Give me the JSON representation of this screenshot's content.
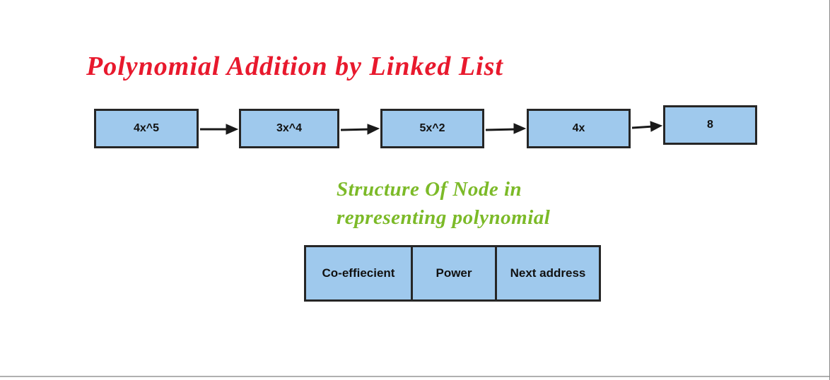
{
  "title": {
    "text": "Polynomial Addition by Linked List",
    "color": "#e8192d"
  },
  "linked_list": {
    "description": "singly linked list of polynomial terms",
    "nodes": [
      {
        "label": "4x^5"
      },
      {
        "label": "3x^4"
      },
      {
        "label": "5x^2"
      },
      {
        "label": "4x"
      },
      {
        "label": "8"
      }
    ]
  },
  "caption": {
    "line1": "Structure Of Node in",
    "line2": "representing polynomial",
    "color": "#7cba28"
  },
  "node_structure": {
    "cells": [
      {
        "label": "Co-effiecient"
      },
      {
        "label": "Power"
      },
      {
        "label": "Next address"
      }
    ]
  },
  "colors": {
    "node_fill": "#9fc9ed",
    "node_border": "#262626",
    "title_red": "#e8192d",
    "caption_green": "#7cba28",
    "divider_gray": "#b0b0b0",
    "arrow_black": "#1a1a1a"
  }
}
